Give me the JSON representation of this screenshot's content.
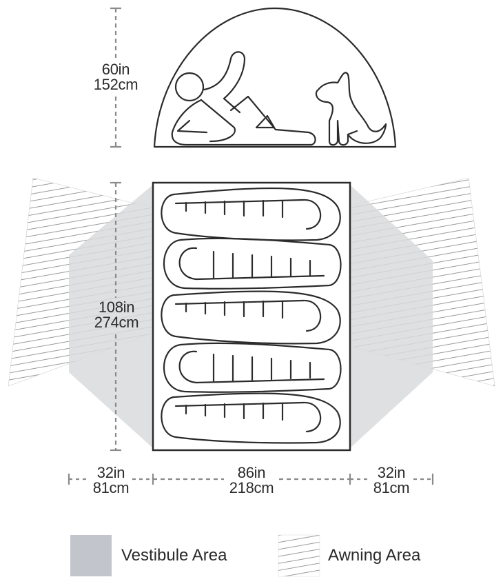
{
  "diagram": {
    "type": "tent floor plan and side profile",
    "peak_height": {
      "in": "60in",
      "cm": "152cm"
    },
    "floor_length": {
      "in": "108in",
      "cm": "274cm"
    },
    "floor_width": {
      "in": "86in",
      "cm": "218cm"
    },
    "vestibule_left_depth": {
      "in": "32in",
      "cm": "81cm"
    },
    "vestibule_right_depth": {
      "in": "32in",
      "cm": "81cm"
    },
    "sleeping_bags": 5,
    "profile_figures": [
      "reclining-person",
      "sitting-dog"
    ]
  },
  "legend": {
    "vestibule": {
      "label": "Vestibule Area",
      "color": "#c2c5cb"
    },
    "awning": {
      "label": "Awning Area",
      "pattern": "diagonal-hatch"
    }
  },
  "colors": {
    "outline": "#2b2b2b",
    "dimension_line": "#8a8a8a",
    "vestibule_fill": "#dedfe1",
    "hatch": "#9a9a9a"
  }
}
